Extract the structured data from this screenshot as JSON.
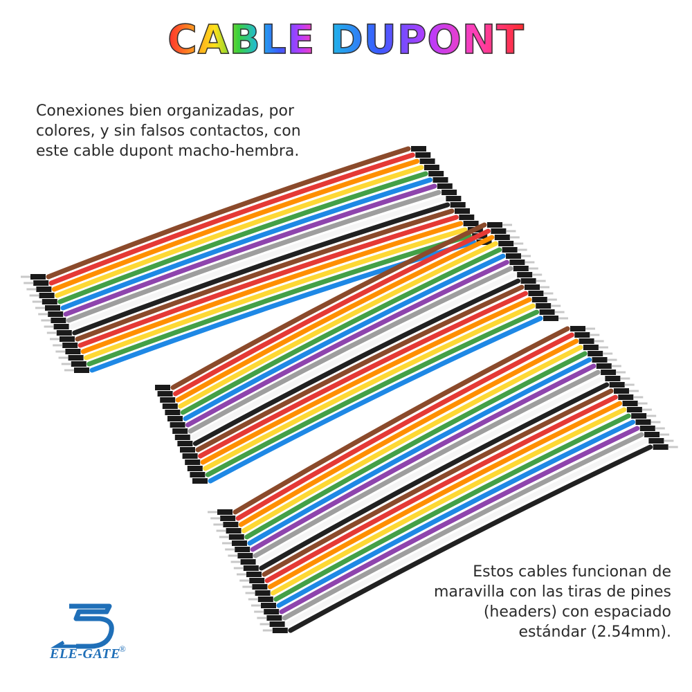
{
  "title": {
    "word1": "CABLE",
    "word2": "DUPONT"
  },
  "description_top": "Conexiones bien organizadas, por colores, y sin falsos contactos, con este cable dupont macho-hembra.",
  "description_bottom": "Estos cables funcionan de maravilla con las tiras de pines (headers) con espaciado estándar (2.54mm).",
  "brand": {
    "name": "ELE-GATE",
    "registered_mark": "®",
    "color": "#1f6fb8"
  },
  "wire_colors": [
    "#8b4a2b",
    "#e53935",
    "#ff8f00",
    "#fdd835",
    "#43a047",
    "#1e88e5",
    "#8e44ad",
    "#9e9e9e",
    "#f5f5f5",
    "#212121"
  ]
}
